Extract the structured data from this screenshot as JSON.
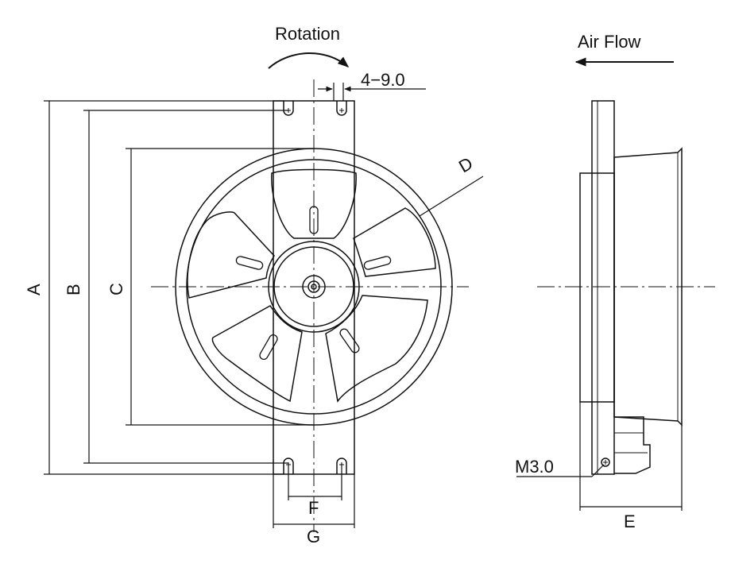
{
  "labels": {
    "rotation": "Rotation",
    "air_flow": "Air Flow",
    "slot": "4−9.0",
    "screw": "M3.0",
    "dim_a": "A",
    "dim_b": "B",
    "dim_c": "C",
    "dim_d": "D",
    "dim_e": "E",
    "dim_f": "F",
    "dim_g": "G"
  },
  "colors": {
    "line": "#111111",
    "background": "#ffffff"
  }
}
